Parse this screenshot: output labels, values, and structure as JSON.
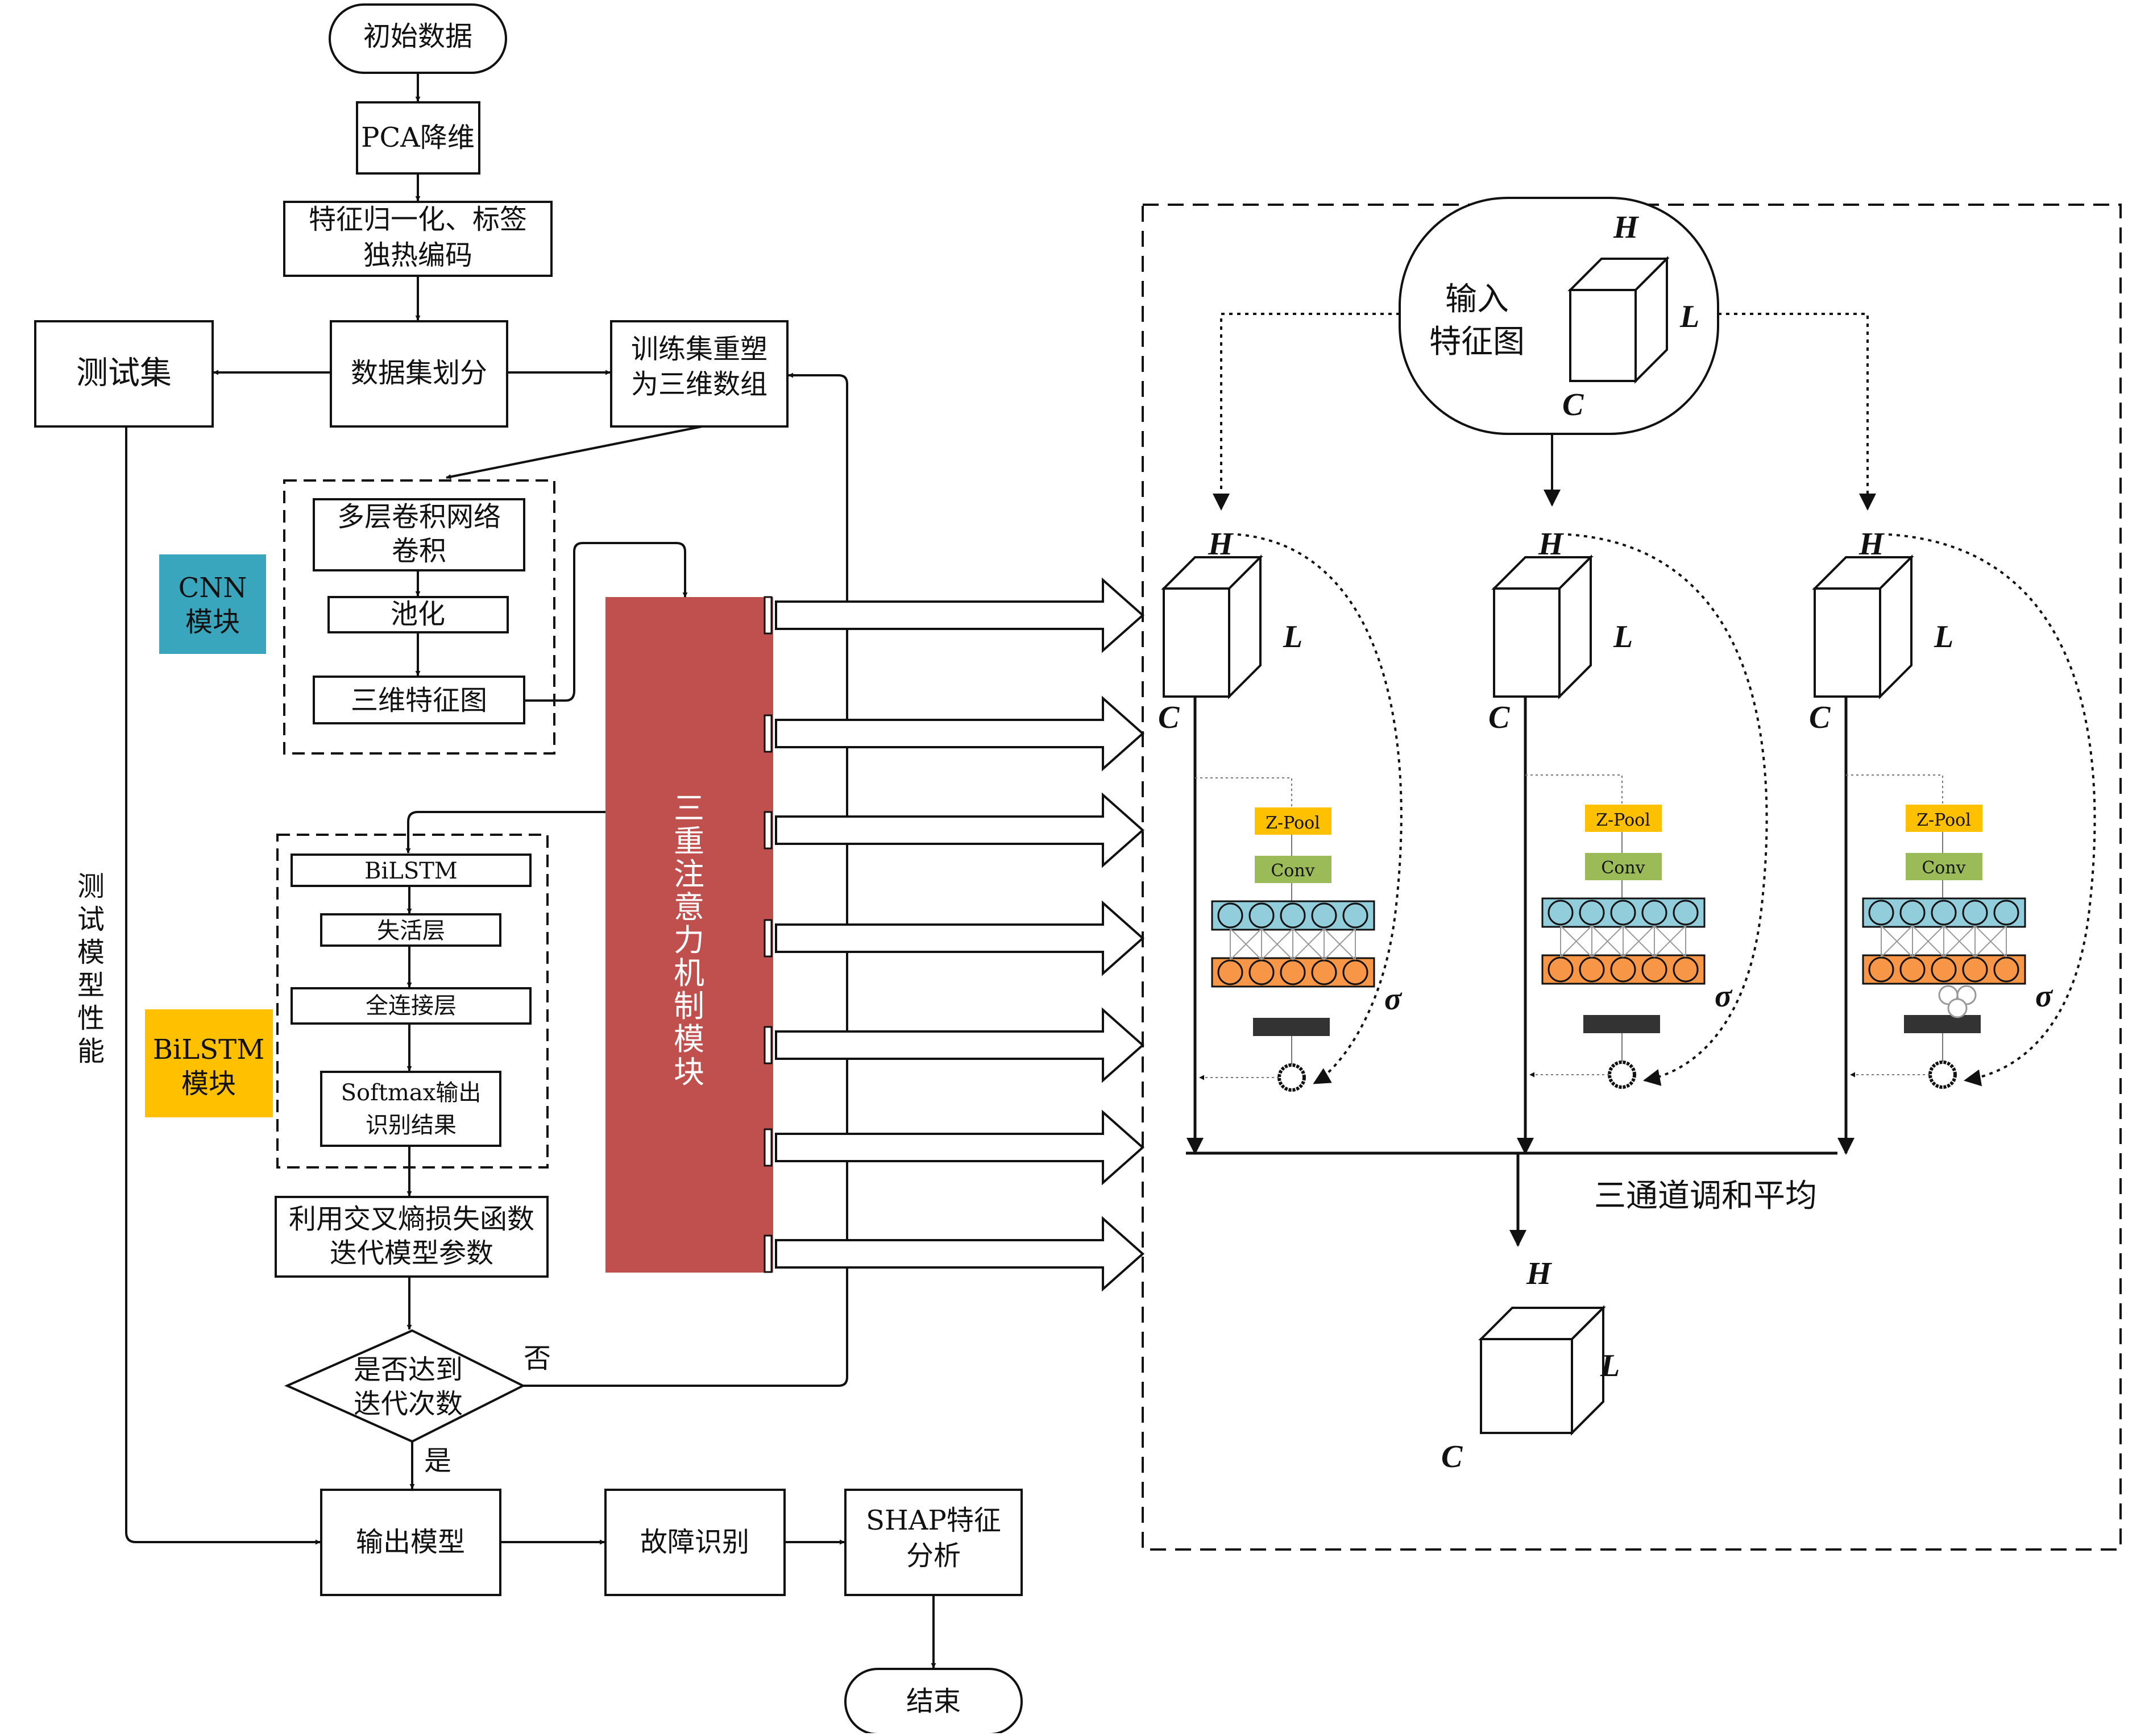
{
  "flow": {
    "start": "初始数据",
    "pca": "PCA降维",
    "normalize_l1": "特征归一化、标签",
    "normalize_l2": "独热编码",
    "split": "数据集划分",
    "test_set": "测试集",
    "reshape_l1": "训练集重塑",
    "reshape_l2": "为三维数组",
    "cnn_tag_l1": "CNN",
    "cnn_tag_l2": "模块",
    "conv_l1": "多层卷积网络",
    "conv_l2": "卷积",
    "pool": "池化",
    "fmap3d": "三维特征图",
    "bilstm_tag_l1": "BiLSTM",
    "bilstm_tag_l2": "模块",
    "bilstm": "BiLSTM",
    "dropout": "失活层",
    "dense": "全连接层",
    "softmax_l1": "Softmax输出",
    "softmax_l2": "识别结果",
    "loss_l1": "利用交叉熵损失函数",
    "loss_l2": "迭代模型参数",
    "decision_l1": "是否达到",
    "decision_l2": "迭代次数",
    "no": "否",
    "yes": "是",
    "test_perf": [
      "测",
      "试",
      "模",
      "型",
      "性",
      "能"
    ],
    "attention_chars": [
      "三",
      "重",
      "注",
      "意",
      "力",
      "机",
      "制",
      "模",
      "块"
    ],
    "output_model": "输出模型",
    "fault_id": "故障识别",
    "shap_l1": "SHAP特征",
    "shap_l2": "分析",
    "end": "结束"
  },
  "attention": {
    "input_l1": "输入",
    "input_l2": "特征图",
    "H": "H",
    "L": "L",
    "C": "C",
    "zpool": "Z-Pool",
    "conv": "Conv",
    "sigma": "σ",
    "avg_label": "三通道调和平均"
  },
  "colors": {
    "cnn_tag": "#3aa6bd",
    "bilstm_tag": "#ffc000",
    "attention_block": "#c0504d",
    "zpool": "#ffc000",
    "conv": "#9bbb59",
    "neuron_blue": "#92cddc",
    "neuron_orange": "#f79646"
  }
}
